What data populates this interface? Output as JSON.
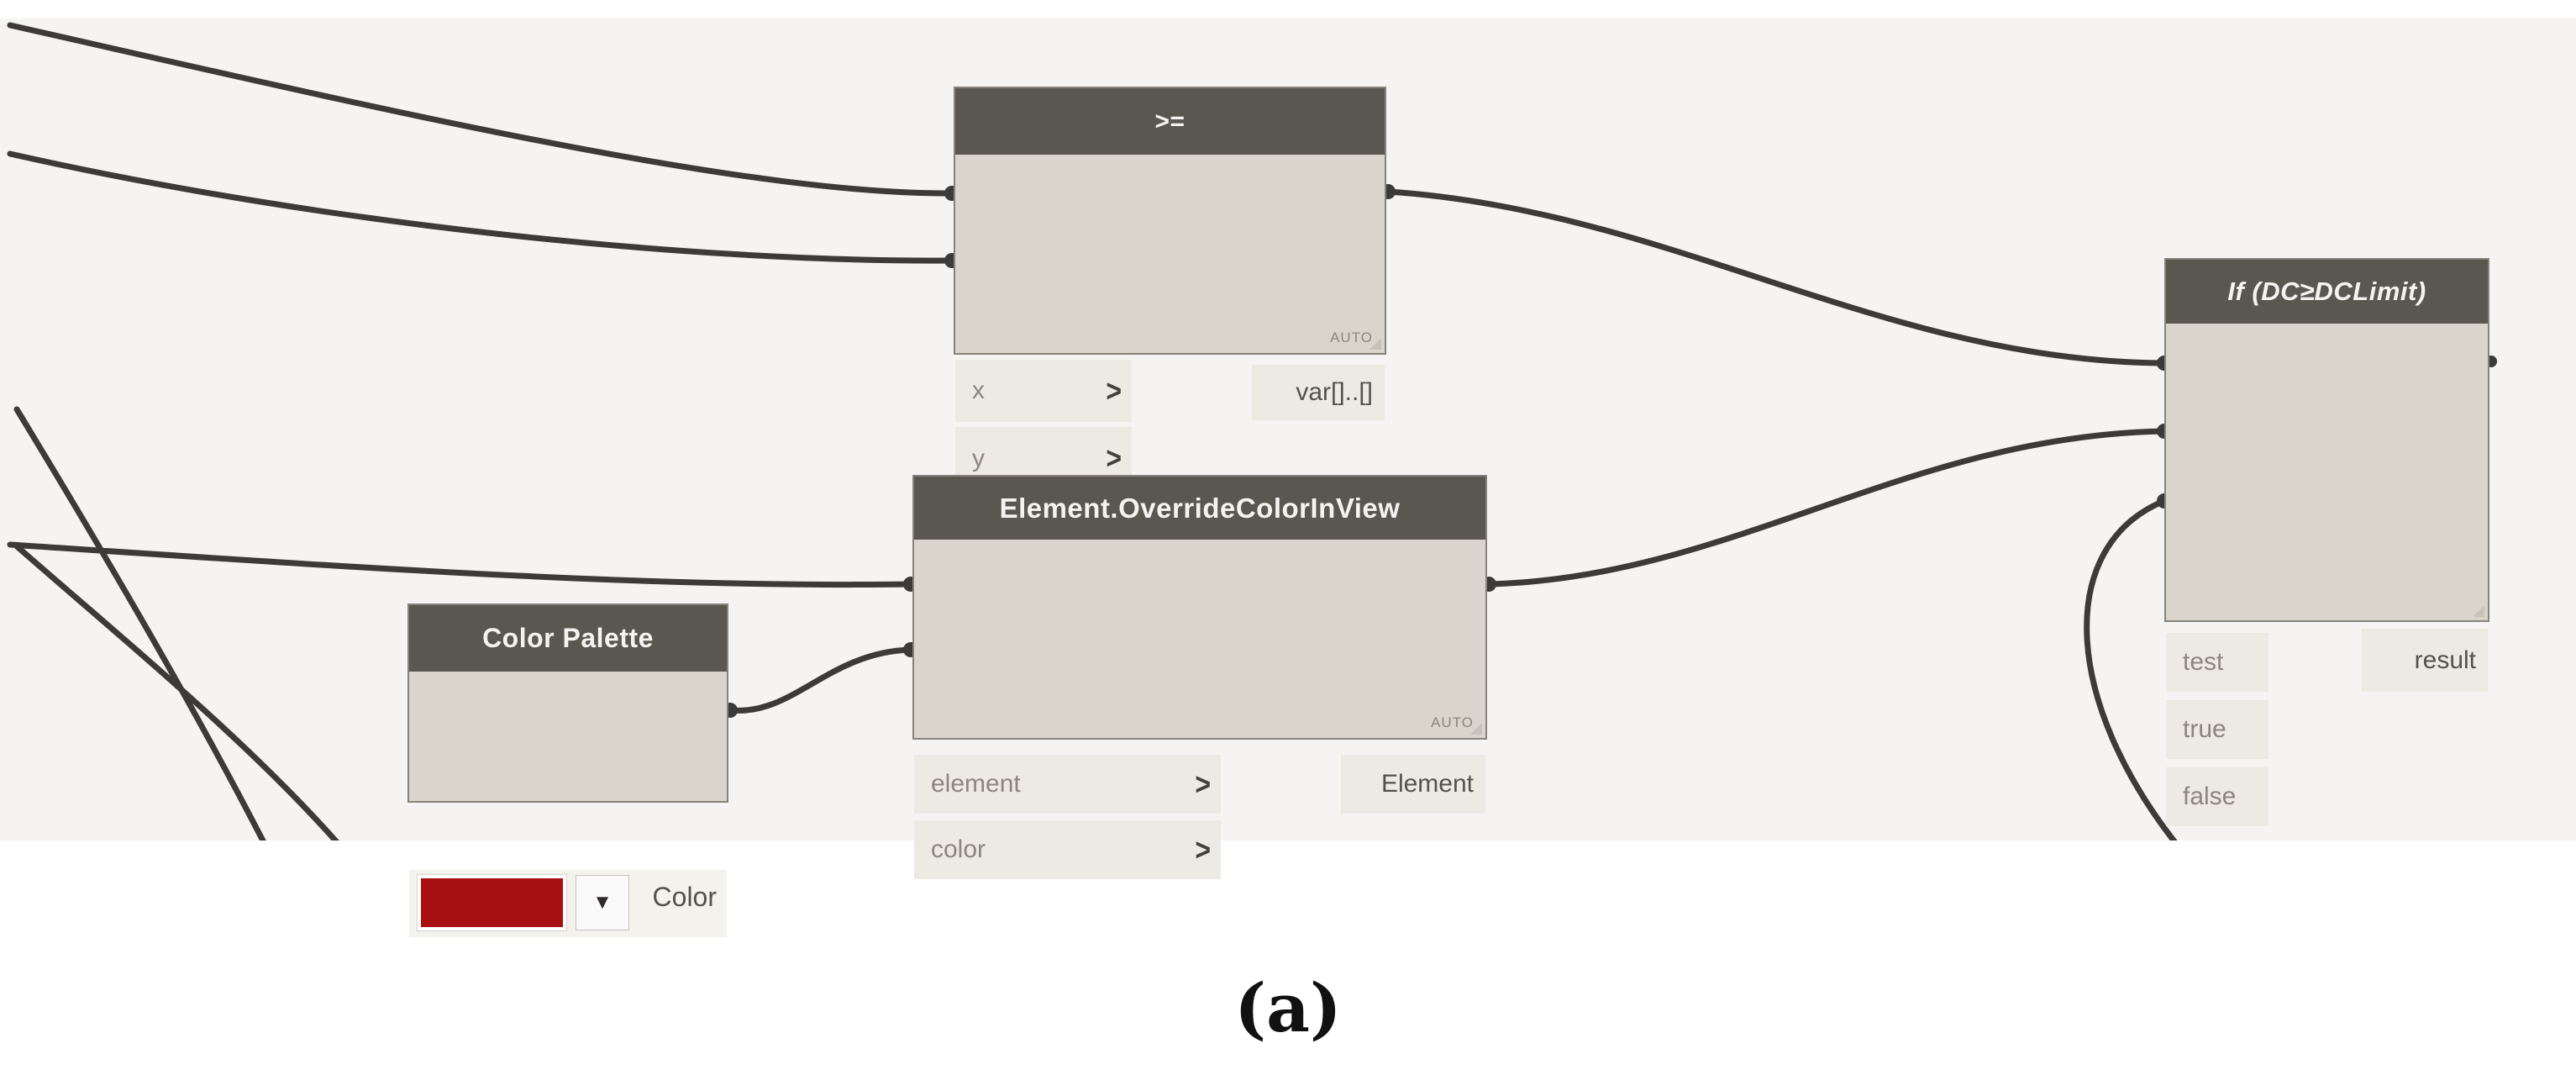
{
  "figure": {
    "caption": "(a)"
  },
  "icons": {
    "chevron_right": ">",
    "dropdown": "▼"
  },
  "colors": {
    "page_bg": "#ffffff",
    "canvas_bg": "#f5f4f2",
    "node_header": "#5a5650",
    "node_header_text": "#f4f3f0",
    "node_body": "#d9d5cd",
    "node_row": "#edeae4",
    "node_border": "#87837c",
    "port_label": "#8b867e",
    "output_label": "#55514b",
    "wire": "#3d3b39",
    "swatch_red": "#a80f13",
    "chevron": "#44403b",
    "auto_label": "#8b867e",
    "caption": "#111111"
  },
  "nodes": {
    "gte": {
      "title": ">=",
      "inputs": [
        "x",
        "y"
      ],
      "output": "var[]..[]",
      "lacing": "AUTO"
    },
    "override": {
      "title": "Element.OverrideColorInView",
      "inputs": [
        "element",
        "color"
      ],
      "output": "Element",
      "lacing": "AUTO"
    },
    "palette": {
      "title": "Color Palette",
      "output": "Color",
      "swatch_color": "#a80f13"
    },
    "if_node": {
      "title": "If (DC≥DCLimit)",
      "inputs": [
        "test",
        "true",
        "false"
      ],
      "output": "result"
    }
  }
}
